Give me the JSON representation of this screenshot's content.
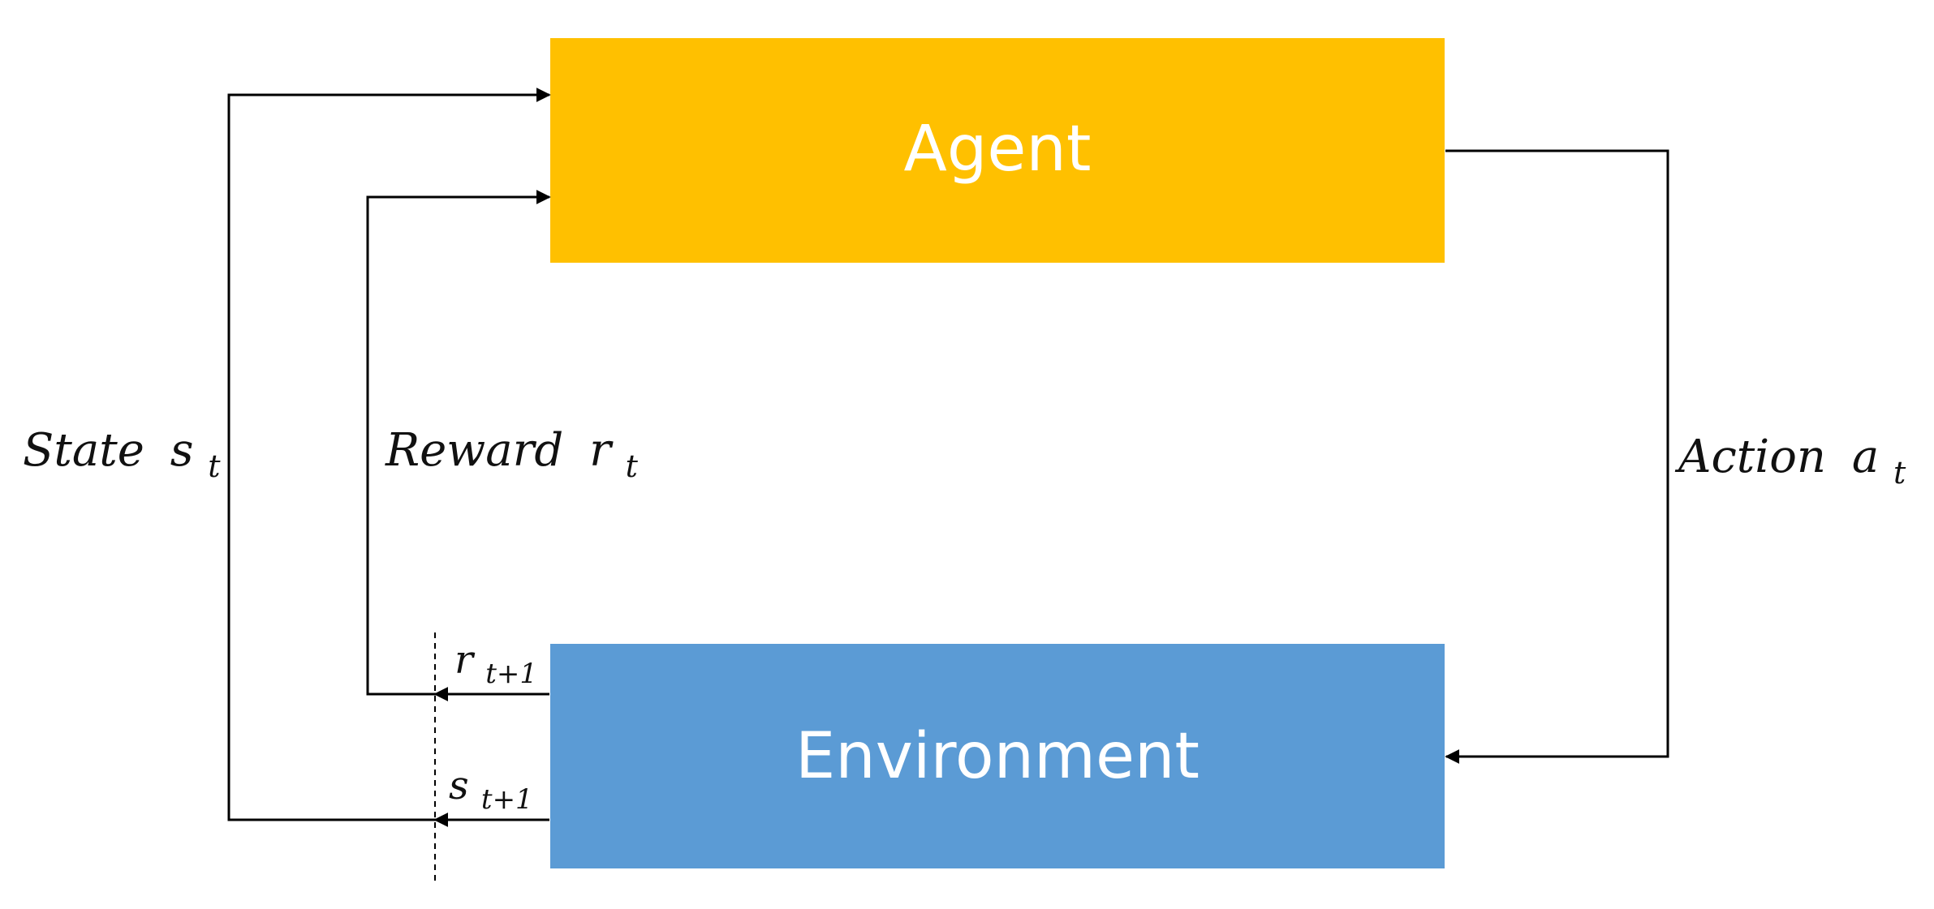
{
  "agent": {
    "label": "Agent",
    "color": "#FFC000"
  },
  "environment": {
    "label": "Environment",
    "color": "#5B9BD5"
  },
  "signals": {
    "state": {
      "word": "State",
      "symbol": "s",
      "subscript": "t"
    },
    "reward": {
      "word": "Reward",
      "symbol": "r",
      "subscript": "t"
    },
    "action": {
      "word": "Action",
      "symbol": "a",
      "subscript": "t"
    },
    "next_reward": {
      "symbol": "r",
      "subscript": "t+1"
    },
    "next_state": {
      "symbol": "s",
      "subscript": "t+1"
    }
  }
}
